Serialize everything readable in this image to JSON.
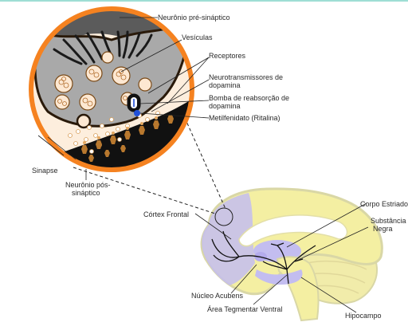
{
  "labels": {
    "presynaptic_neuron": "Neurônio pré-sináptico",
    "vesicles": "Vesículas",
    "receptors": "Receptores",
    "dopamine_neurotransmitters_line1": "Neurotransmissores de",
    "dopamine_neurotransmitters_line2": "dopamina",
    "reuptake_pump_line1": "Bomba de reabsorção de",
    "reuptake_pump_line2": "dopamina",
    "methylphenidate": "Metilfenidato (Ritalina)",
    "synapse": "Sinapse",
    "postsynaptic_neuron_line1": "Neurônio pós-",
    "postsynaptic_neuron_line2": "sináptico",
    "frontal_cortex": "Córtex Frontal",
    "striatum": "Corpo Estriado",
    "substantia_nigra_line1": "Substância",
    "substantia_nigra_line2": "Negra",
    "nucleus_accumbens": "Núcleo Acubens",
    "ventral_tegmental_area": "Área Tegmentar Ventral",
    "hippocampus": "Hipocampo"
  },
  "colors": {
    "zoom_ring": "#f58220",
    "presynaptic_terminal": "#a9a9a9",
    "presynaptic_dark": "#5b5b5b",
    "synapse_fill": "#fdeedd",
    "postsynaptic": "#111111",
    "vesicle": "#fde8d2",
    "receptor": "#b8782e",
    "brain_main": "#f4efa2",
    "brain_outline": "#d9d7a6",
    "cortex_highlight": "#c3bdf0",
    "pump_blue": "#1f4fd8",
    "top_accent": "#7fd3c6"
  }
}
